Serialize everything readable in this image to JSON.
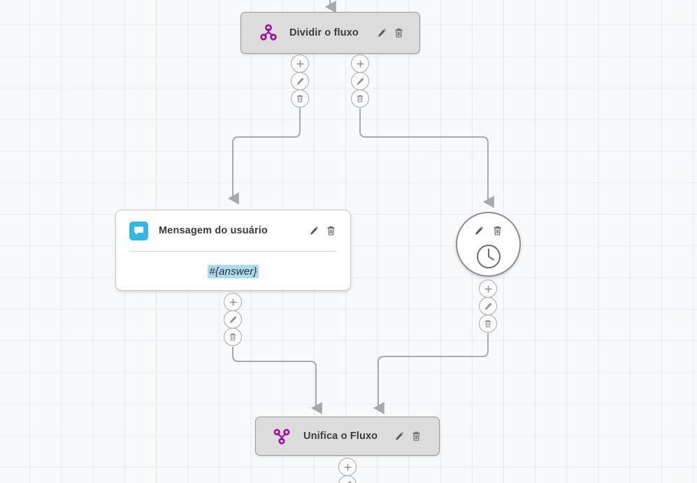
{
  "canvas": {
    "background_color": "#f8f9fa",
    "grid_line_color": "#c8d0de",
    "grid_size": 45
  },
  "colors": {
    "flow_node_purple": "#9c0f9c",
    "message_icon_blue": "#30b8e8",
    "variable_highlight": "#a9dcf0",
    "node_gray": "#dcdcdc",
    "edge_gray": "#a9a9a9"
  },
  "nodes": [
    {
      "id": "split",
      "label": "Dividir o fluxo",
      "icon": "split-flow-icon",
      "type": "gray-box",
      "actions": [
        "edit-icon",
        "delete-icon"
      ]
    },
    {
      "id": "message",
      "label": "Mensagem do usuário",
      "icon": "chat-bubble-icon",
      "type": "white-card",
      "variable": "#{answer}",
      "actions": [
        "edit-icon",
        "delete-icon"
      ]
    },
    {
      "id": "delay",
      "label": "",
      "icon": "clock-icon",
      "type": "circle",
      "actions": [
        "edit-icon",
        "delete-icon"
      ]
    },
    {
      "id": "merge",
      "label": "Unifica o Fluxo",
      "icon": "merge-flow-icon",
      "type": "gray-box",
      "actions": [
        "edit-icon",
        "delete-icon"
      ]
    }
  ],
  "connector_buttons": {
    "add": "+",
    "edit": "edit-icon",
    "delete": "delete-icon"
  }
}
